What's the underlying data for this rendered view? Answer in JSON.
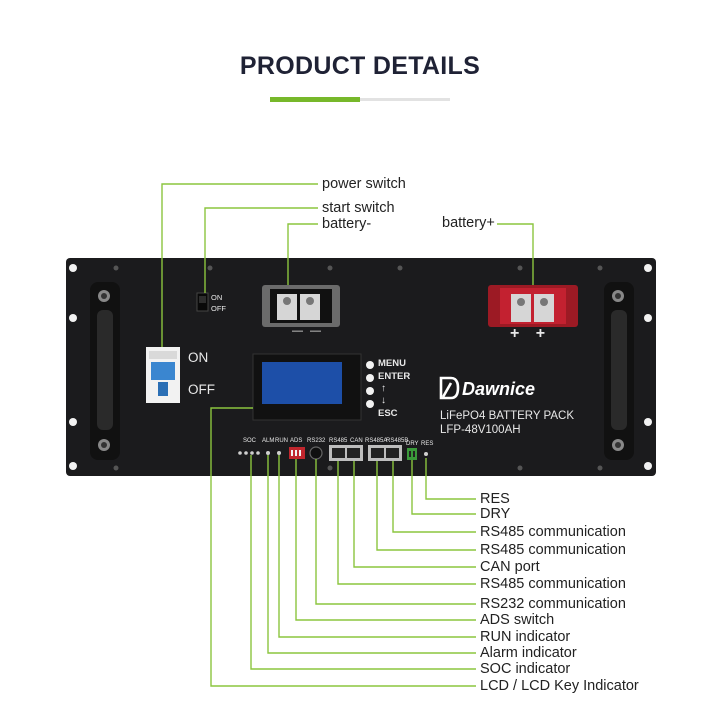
{
  "header": {
    "title": "PRODUCT DETAILS",
    "accent_color": "#77b82a",
    "line_color": "#8bc53f"
  },
  "callouts_top": {
    "power_switch": "power switch",
    "start_switch": "start switch",
    "battery_neg": "battery-",
    "battery_pos": "battery+"
  },
  "callouts_bottom": {
    "res": "RES",
    "dry": "DRY",
    "rs485_comm_1": "RS485 communication",
    "rs485_comm_2": "RS485 communication",
    "can_port": "CAN port",
    "rs485_comm_3": "RS485 communication",
    "rs232_comm": "RS232 communication",
    "ads_switch": "ADS switch",
    "run_indicator": "RUN indicator",
    "alarm_indicator": "Alarm indicator",
    "soc_indicator": "SOC indicator",
    "lcd_indicator": "LCD / LCD Key Indicator"
  },
  "panel": {
    "brand": "Dawnice",
    "product_line": "LiFePO4 BATTERY PACK",
    "model": "LFP-48V100AH",
    "breaker_on": "ON",
    "breaker_off": "OFF",
    "start_on": "ON",
    "start_off": "OFF",
    "keys": [
      "MENU",
      "ENTER",
      "↑",
      "↓",
      "ESC"
    ],
    "port_labels": {
      "soc": "SOC",
      "alm": "ALM",
      "run": "RUN",
      "ads": "ADS",
      "rs232": "RS232",
      "rs485": "RS485",
      "can": "CAN",
      "rs485a": "RS485A",
      "rs485b": "RS485B",
      "dry": "DRY",
      "res": "RES"
    },
    "neg_signs": "— —",
    "pos_signs": "+ +",
    "lcd_color": "#1d4fa8",
    "terminal_pos_color": "#b8202e"
  }
}
